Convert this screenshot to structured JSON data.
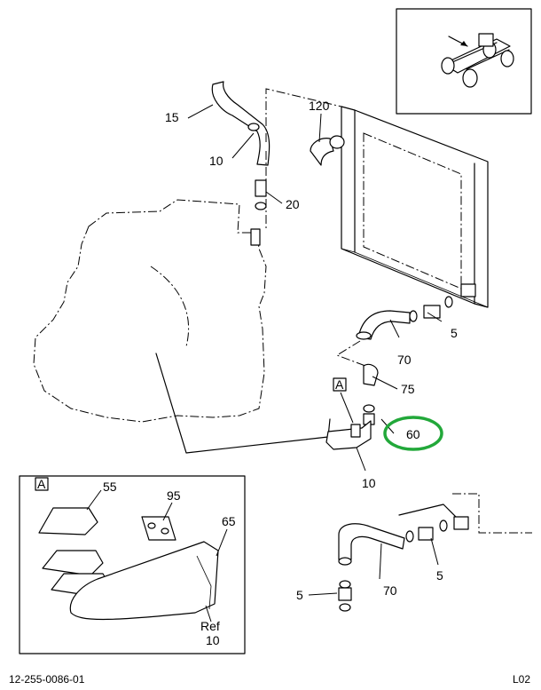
{
  "callouts": {
    "c15": "15",
    "c10_top": "10",
    "c120": "120",
    "c20": "20",
    "c5_right": "5",
    "c70_mid": "70",
    "c75": "75",
    "c60": "60",
    "c10_mid": "10",
    "cA_main": "A",
    "cA_detail": "A",
    "c55": "55",
    "c95": "95",
    "c65": "65",
    "cRef": "Ref",
    "c10_detail": "10",
    "c70_low": "70",
    "c5_low_right": "5",
    "c5_low_left": "5"
  },
  "footer": {
    "doc_number": "12-255-0086-01",
    "page_code": "L02"
  },
  "highlight": {
    "color": "#22a83a",
    "target": "60"
  }
}
